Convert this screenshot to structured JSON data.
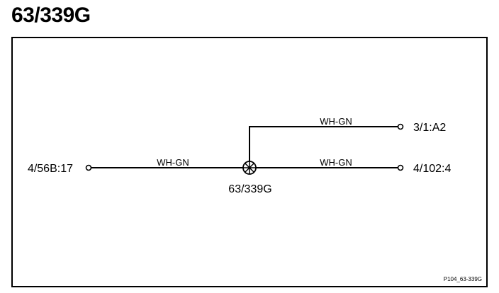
{
  "title": "63/339G",
  "splice": {
    "label": "63/339G"
  },
  "wires": {
    "left": {
      "color_label": "WH-GN"
    },
    "right_top": {
      "color_label": "WH-GN"
    },
    "right_bottom": {
      "color_label": "WH-GN"
    }
  },
  "terminals": {
    "left": "4/56B:17",
    "right_top": "3/1:A2",
    "right_bottom": "4/102:4"
  },
  "reference": "P104_63-339G",
  "colors": {
    "line": "#000000",
    "background": "#ffffff"
  }
}
